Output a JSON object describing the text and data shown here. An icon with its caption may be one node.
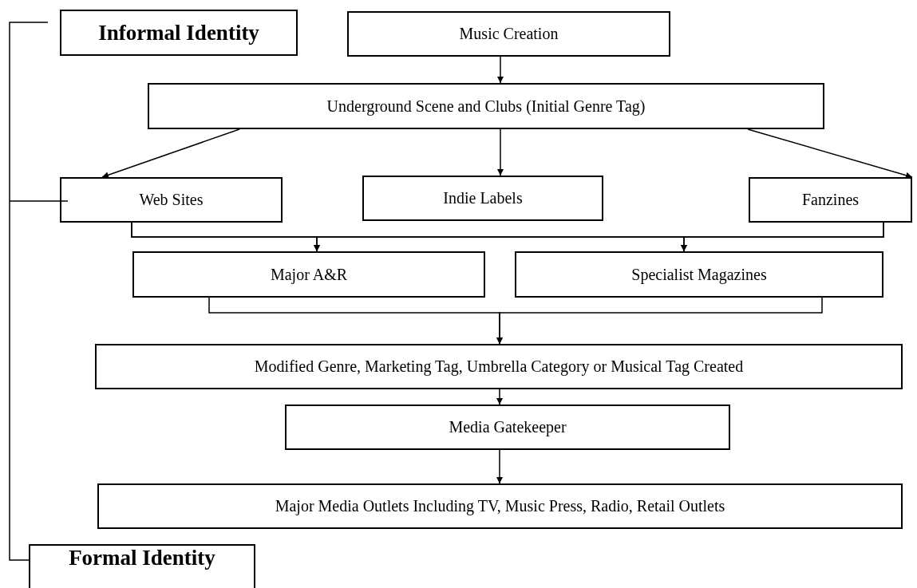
{
  "diagram": {
    "nodes": [
      {
        "text": [
          "Informal Identity"
        ]
      },
      {
        "text": [
          "Music Creation"
        ]
      },
      {
        "text": [
          "Underground Scene and Clubs (Initial Genre Tag)"
        ]
      },
      {
        "text": [
          "Web Sites"
        ]
      },
      {
        "text": [
          "Indie Labels"
        ]
      },
      {
        "text": [
          "Fanzines"
        ]
      },
      {
        "text": [
          "Major A&R"
        ]
      },
      {
        "text": [
          "Specialist Magazines"
        ]
      },
      {
        "text": [
          "Modified Genre, Marketing Tag, Umbrella Category or Musical Tag Created"
        ]
      },
      {
        "text": [
          "Media Gatekeeper"
        ]
      },
      {
        "text": [
          "Major Media Outlets Including TV, Music Press, Radio, Retail Outlets"
        ]
      },
      {
        "text": [
          "Formal Identity"
        ]
      }
    ],
    "edges": [
      {
        "from": 1,
        "to": 2,
        "arrow": "to"
      },
      {
        "from": 2,
        "to": 3,
        "arrow": "to"
      },
      {
        "from": 2,
        "to": 4,
        "arrow": "to"
      },
      {
        "from": 2,
        "to": 5,
        "arrow": "to"
      },
      {
        "from": 3,
        "to": 6,
        "arrow": "to"
      },
      {
        "from": 3,
        "to": 7,
        "arrow": "to"
      },
      {
        "from": 5,
        "to": 6,
        "arrow": "to"
      },
      {
        "from": 5,
        "to": 7,
        "arrow": "to"
      },
      {
        "from": 6,
        "to": 8,
        "arrow": "to"
      },
      {
        "from": 7,
        "to": 8,
        "arrow": "to"
      },
      {
        "from": 8,
        "to": 9,
        "arrow": "to"
      },
      {
        "from": 9,
        "to": 10,
        "arrow": "to"
      }
    ]
  }
}
